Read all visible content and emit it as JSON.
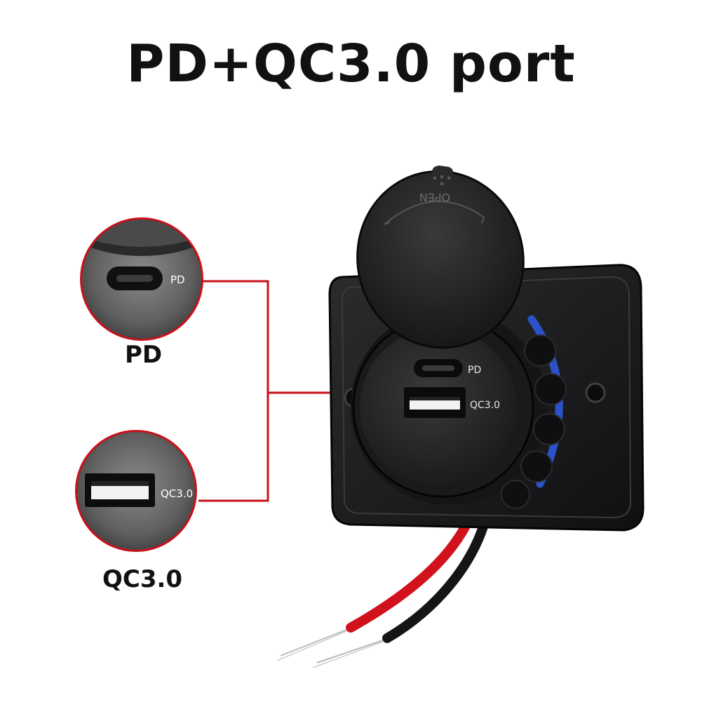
{
  "title": "PD+QC3.0 port",
  "callouts": {
    "pd": {
      "caption": "PD",
      "port_label": "PD"
    },
    "qc": {
      "caption": "QC3.0",
      "port_label": "QC3.0"
    }
  },
  "device": {
    "pd_label": "PD",
    "qc_label": "QC3.0",
    "cap_text": "OPEN"
  },
  "colors": {
    "callout_line": "#c8111a",
    "accent_ring": "#2b53c9",
    "housing": "#1c1c1e",
    "wire_red": "#d1121d",
    "wire_black": "#151515"
  }
}
